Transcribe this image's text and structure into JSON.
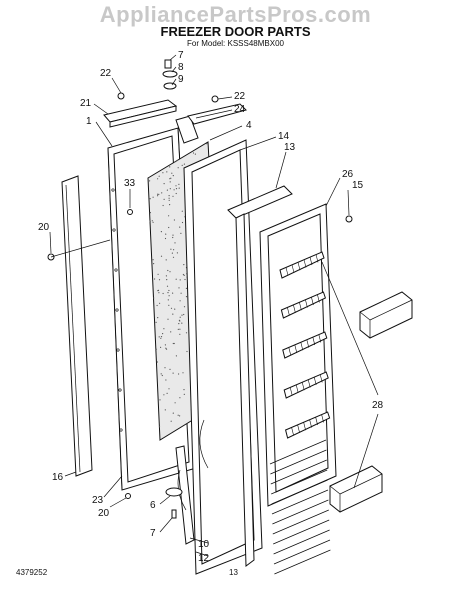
{
  "watermark": "AppliancePartsPros.com",
  "title": "FREEZER DOOR PARTS",
  "subtitle": "For Model: KSSS48MBX00",
  "footer": {
    "code": "4379252",
    "page": "13"
  },
  "callouts": {
    "c7a": "7",
    "c8": "8",
    "c9": "9",
    "c22a": "22",
    "c22b": "22",
    "c24": "24",
    "c21": "21",
    "c1": "1",
    "c4": "4",
    "c14": "14",
    "c13": "13",
    "c33": "33",
    "c26": "26",
    "c15": "15",
    "c20a": "20",
    "c28": "28",
    "c16": "16",
    "c23": "23",
    "c20b": "20",
    "c6": "6",
    "c7b": "7",
    "c10": "10",
    "c12": "12"
  }
}
